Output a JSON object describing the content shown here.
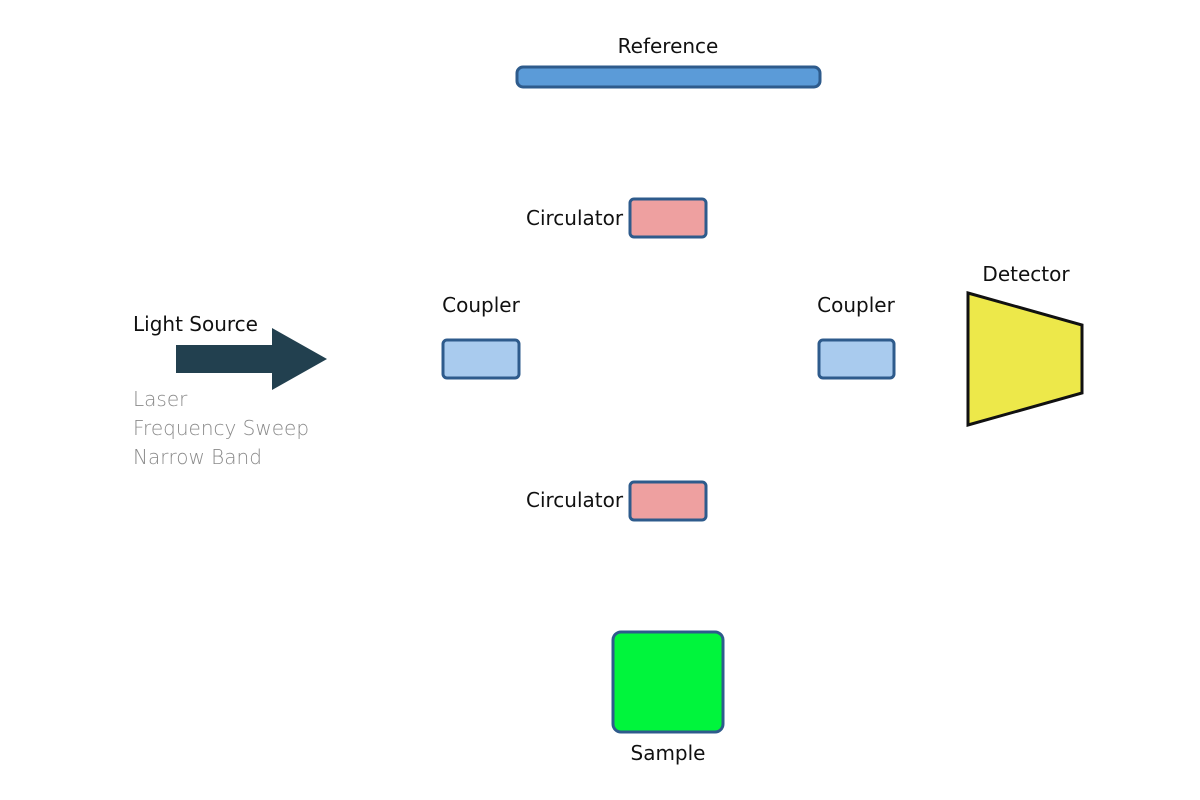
{
  "labels": {
    "reference": "Reference",
    "circulator_top": "Circulator",
    "circulator_bottom": "Circulator",
    "coupler_left": "Coupler",
    "coupler_right": "Coupler",
    "detector": "Detector",
    "light_source": "Light Source",
    "sample": "Sample"
  },
  "light_source_properties": [
    "Laser",
    "Frequency Sweep",
    "Narrow Band"
  ],
  "colors": {
    "reference_fill": "#5b9bd8",
    "outline": "#2e5b8c",
    "circulator_fill": "#eea0a0",
    "coupler_fill": "#a9cbee",
    "detector_fill": "#ede84a",
    "detector_outline": "#111111",
    "sample_fill": "#00f53c",
    "arrow_fill": "#22404f"
  }
}
